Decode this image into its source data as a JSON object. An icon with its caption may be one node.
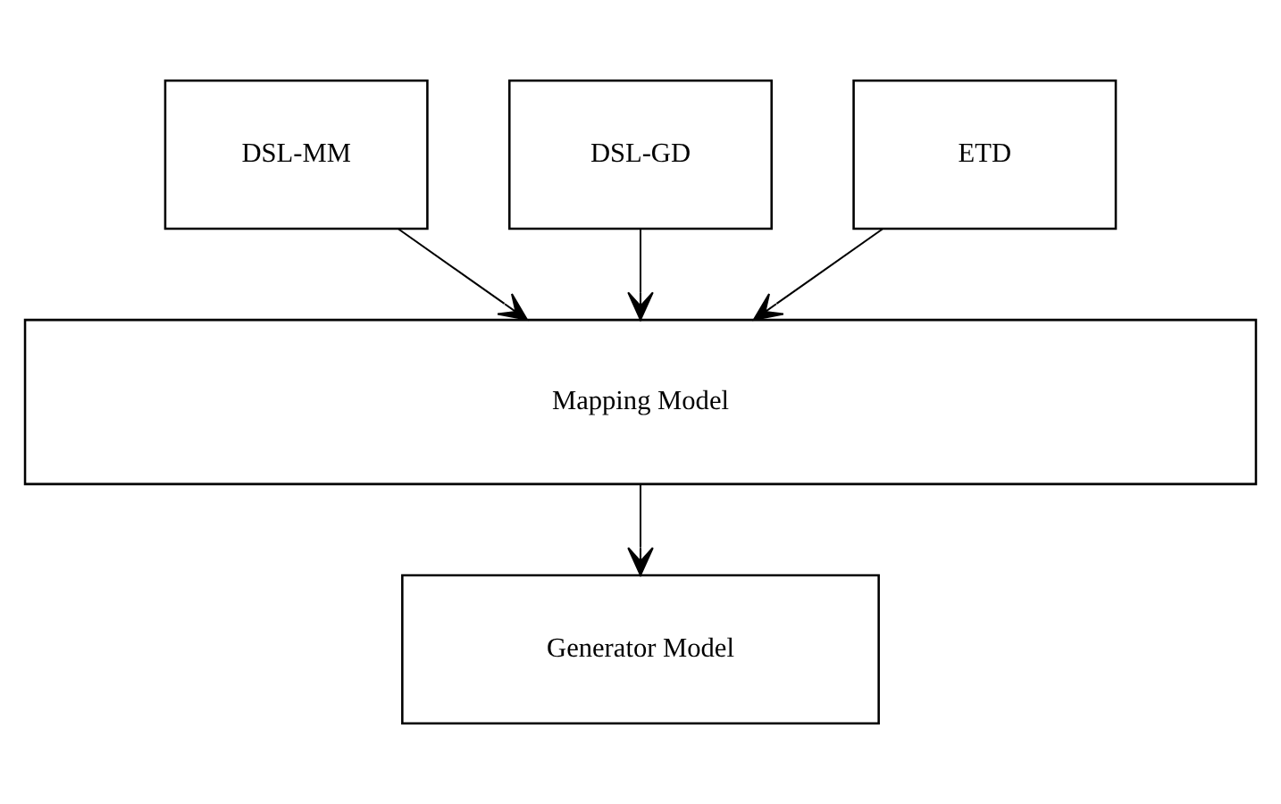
{
  "diagram": {
    "nodes": [
      {
        "text": [
          "DSL-MM"
        ]
      },
      {
        "text": [
          "DSL-GD"
        ]
      },
      {
        "text": [
          "ETD"
        ]
      },
      {
        "text": [
          "Mapping Model"
        ]
      },
      {
        "text": [
          "Generator Model"
        ]
      }
    ],
    "edges": [
      {
        "from": 0,
        "to": 3,
        "arrow": "to"
      },
      {
        "from": 1,
        "to": 3,
        "arrow": "to"
      },
      {
        "from": 2,
        "to": 3,
        "arrow": "to"
      },
      {
        "from": 3,
        "to": 4,
        "arrow": "to"
      }
    ]
  }
}
